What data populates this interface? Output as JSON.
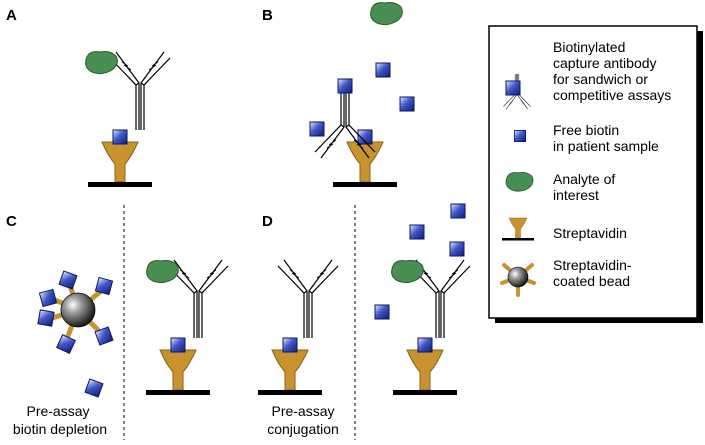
{
  "panels": {
    "a": "A",
    "b": "B",
    "c": "C",
    "d": "D"
  },
  "captions": {
    "c": [
      "Pre-assay",
      "biotin depletion"
    ],
    "d": [
      "Pre-assay",
      "conjugation"
    ]
  },
  "legend": {
    "antibody": [
      "Biotinylated",
      "capture antibody",
      "for sandwich or",
      "competitive assays"
    ],
    "free_biotin": [
      "Free biotin",
      "in patient sample"
    ],
    "analyte": [
      "Analyte of",
      "interest"
    ],
    "streptavidin": [
      "Streptavidin"
    ],
    "bead": [
      "Streptavidin-",
      "coated bead"
    ]
  },
  "colors": {
    "streptavidin": "#c8922e",
    "analyte": "#4a8f52",
    "biotin": "#1e36a8",
    "biotin_highlight": "#e8ecff",
    "surface": "#000000"
  }
}
